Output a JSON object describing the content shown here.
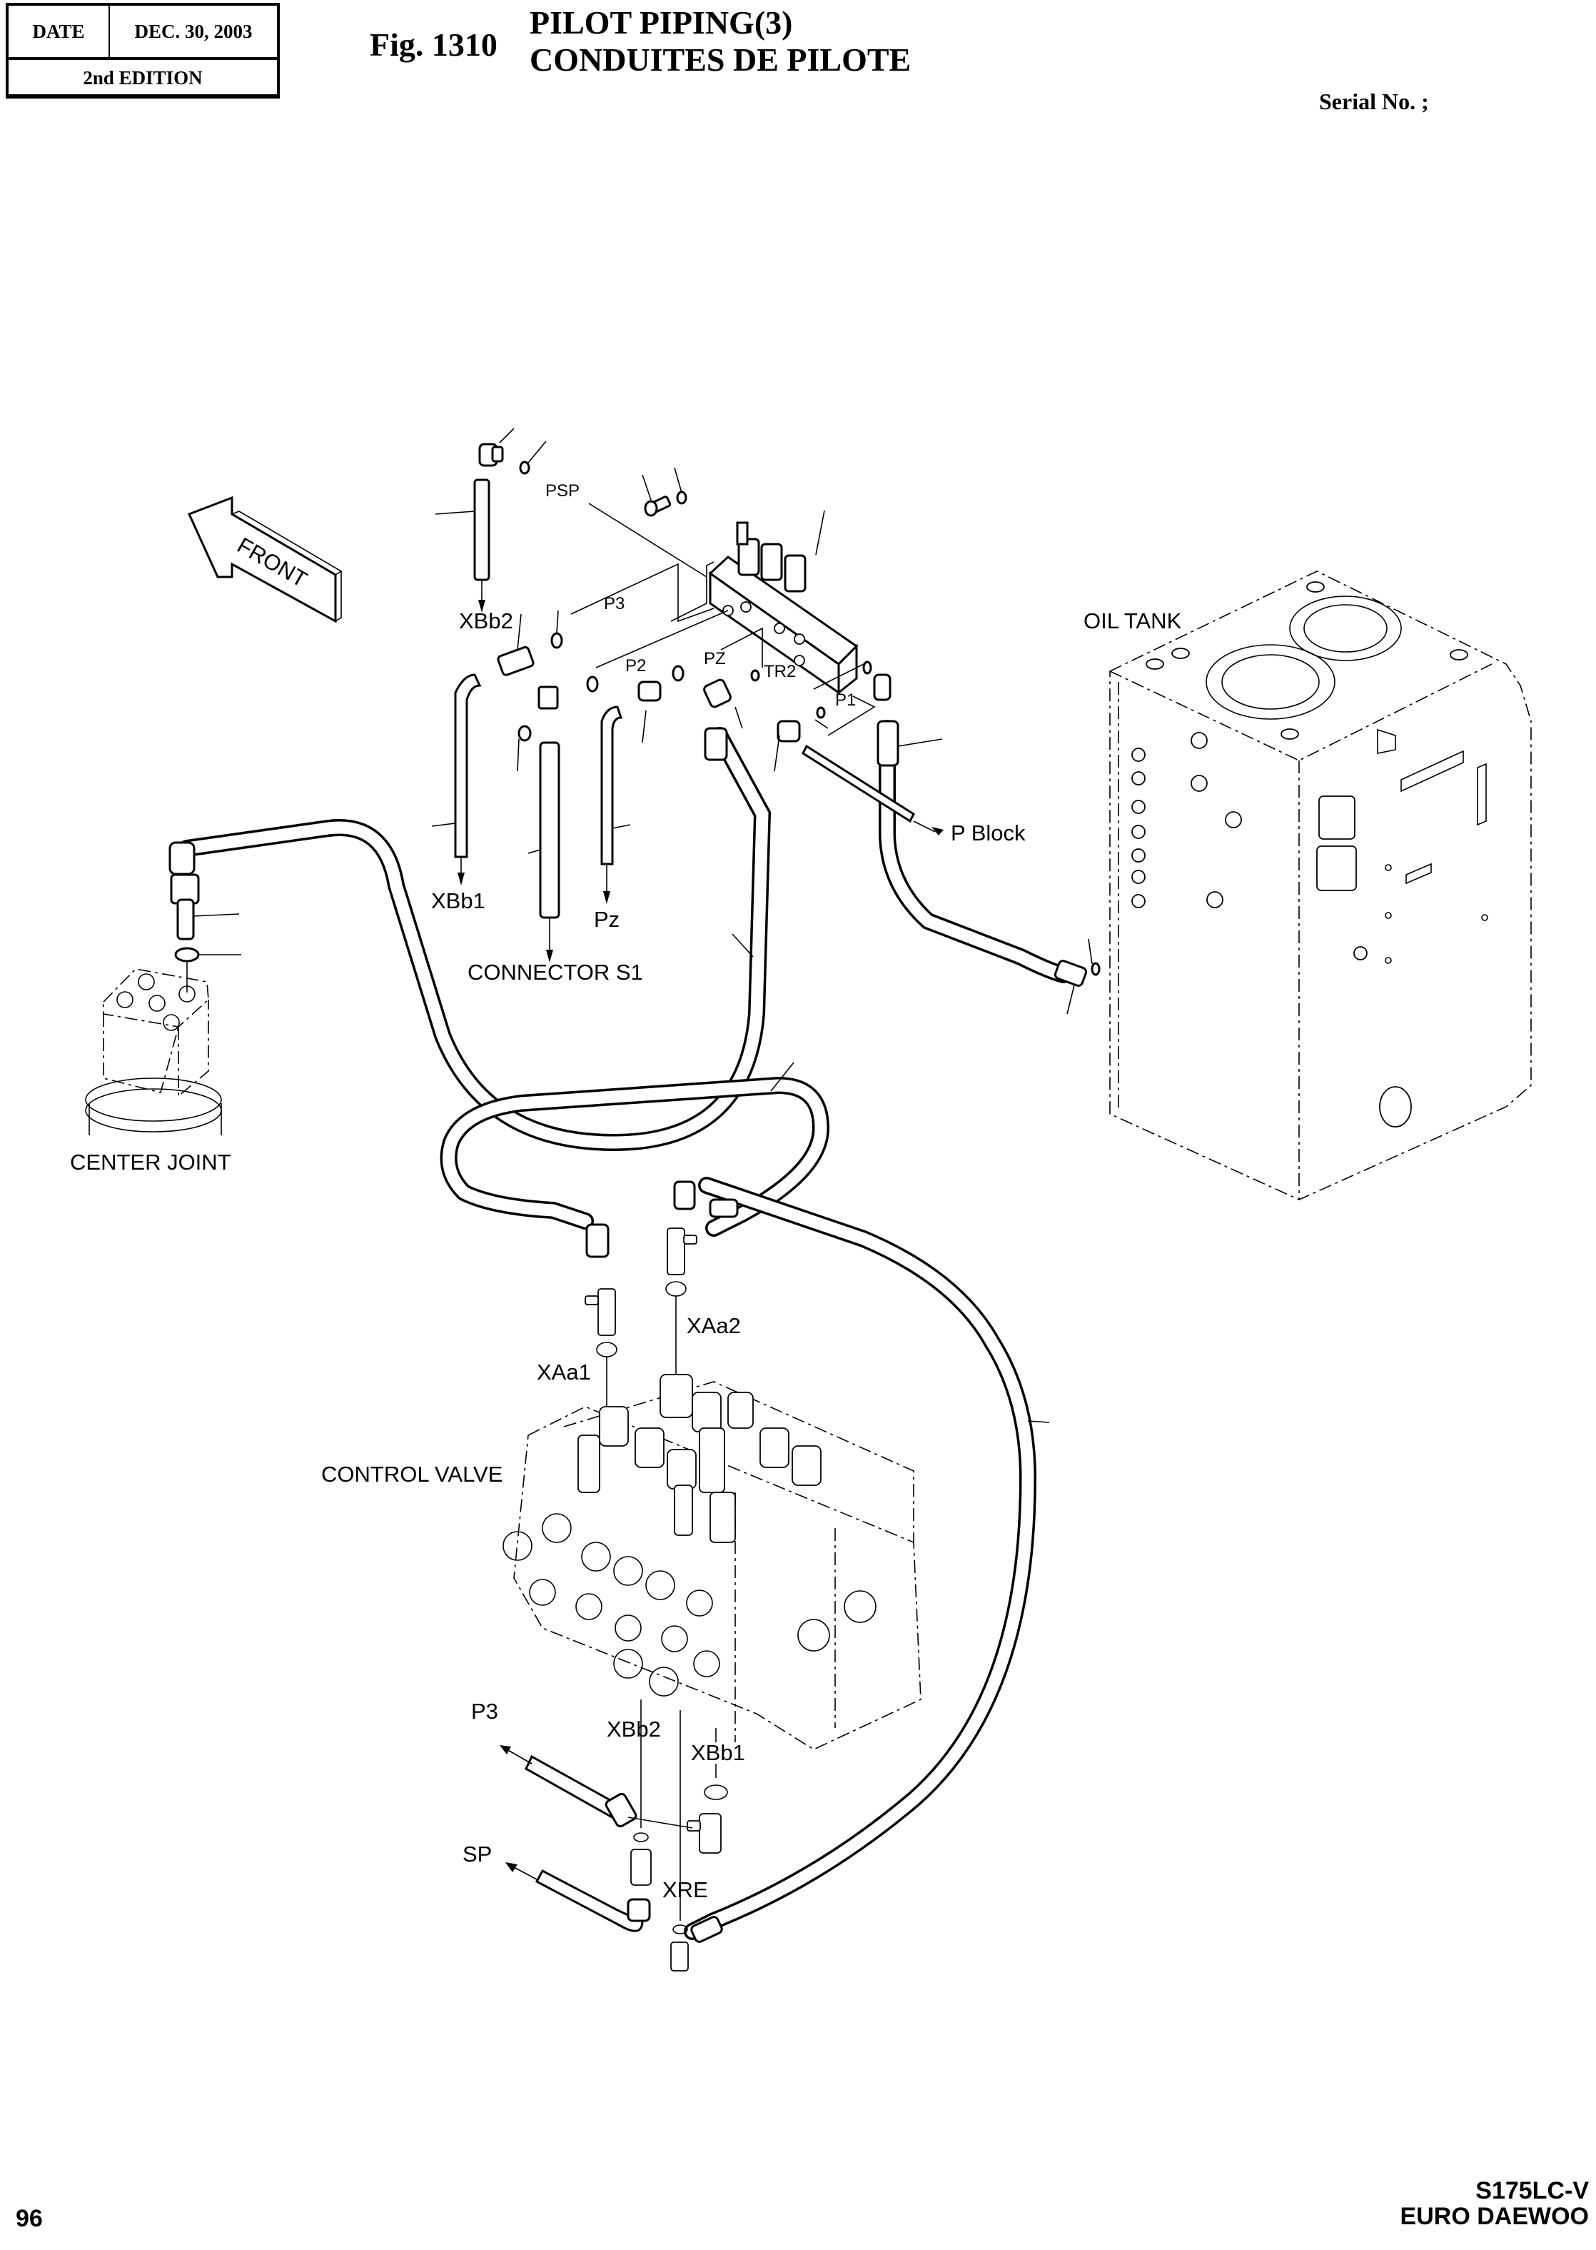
{
  "header": {
    "date_label": "DATE",
    "date_value": "DEC. 30, 2003",
    "edition": "2nd EDITION",
    "figure_number": "Fig. 1310",
    "title_en": "PILOT PIPING(3)",
    "title_fr": "CONDUITES DE PILOTE",
    "serial_label": "Serial No. ;"
  },
  "footer": {
    "page_number": "96",
    "model": "S175LC-V",
    "brand": "EURO DAEWOO"
  },
  "diagram": {
    "front_arrow": "FRONT",
    "labels": {
      "psp": "PSP",
      "xbb2_top": "XBb2",
      "p3_top": "P3",
      "p2": "P2",
      "pz_upper": "PZ",
      "tr2": "TR2",
      "p1": "P1",
      "p_block": "P Block",
      "xbb1_top": "XBb1",
      "pz_lower": "Pz",
      "connector_s1": "CONNECTOR S1",
      "oil_tank": "OIL TANK",
      "center_joint": "CENTER JOINT",
      "xaa2": "XAa2",
      "xaa1": "XAa1",
      "control_valve": "CONTROL VALVE",
      "p3_bottom": "P3",
      "xbb2_bottom": "XBb2",
      "xbb1_bottom": "XBb1",
      "sp": "SP",
      "xre": "XRE"
    }
  }
}
